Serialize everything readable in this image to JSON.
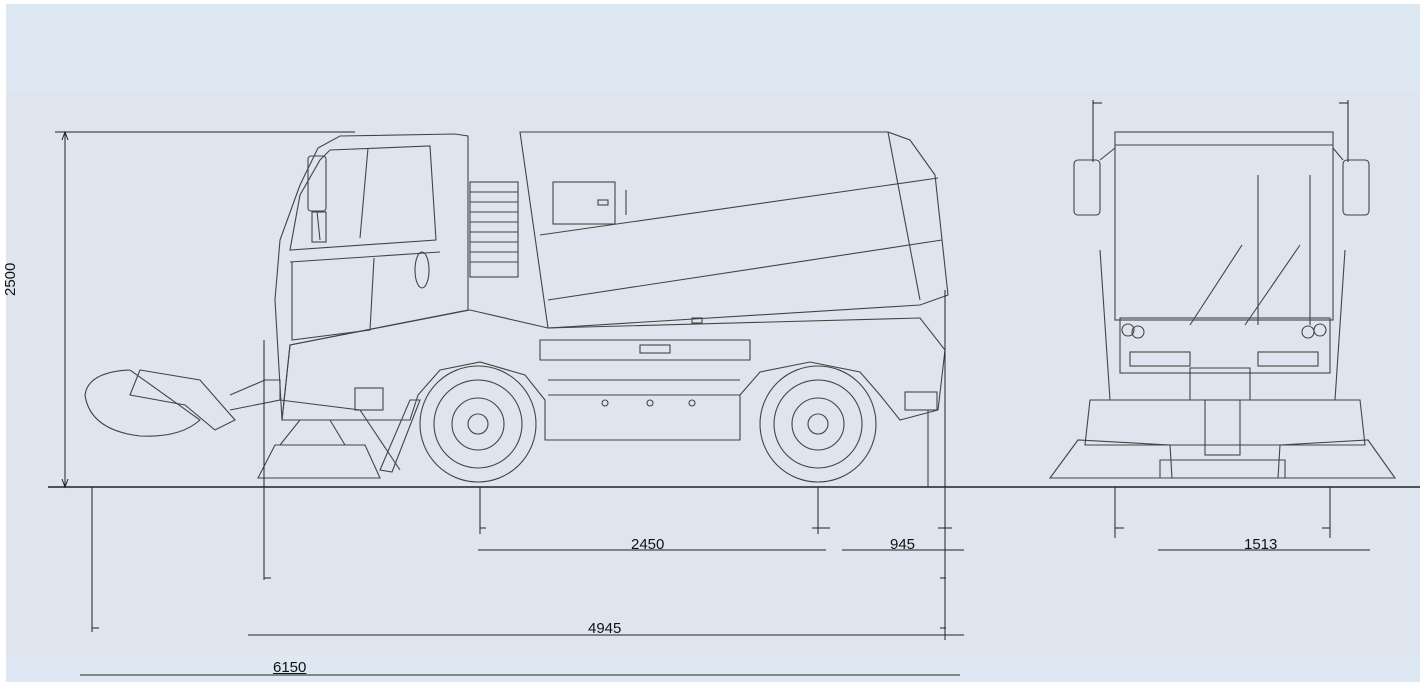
{
  "dimensions": {
    "height": "2500",
    "wheelbase": "2450",
    "rear_overhang": "945",
    "track_width": "1513",
    "body_length": "4945",
    "total_length": "6150"
  },
  "colors": {
    "background": "#dfe5ef",
    "band": "#dde8f3",
    "line": "#333333"
  }
}
